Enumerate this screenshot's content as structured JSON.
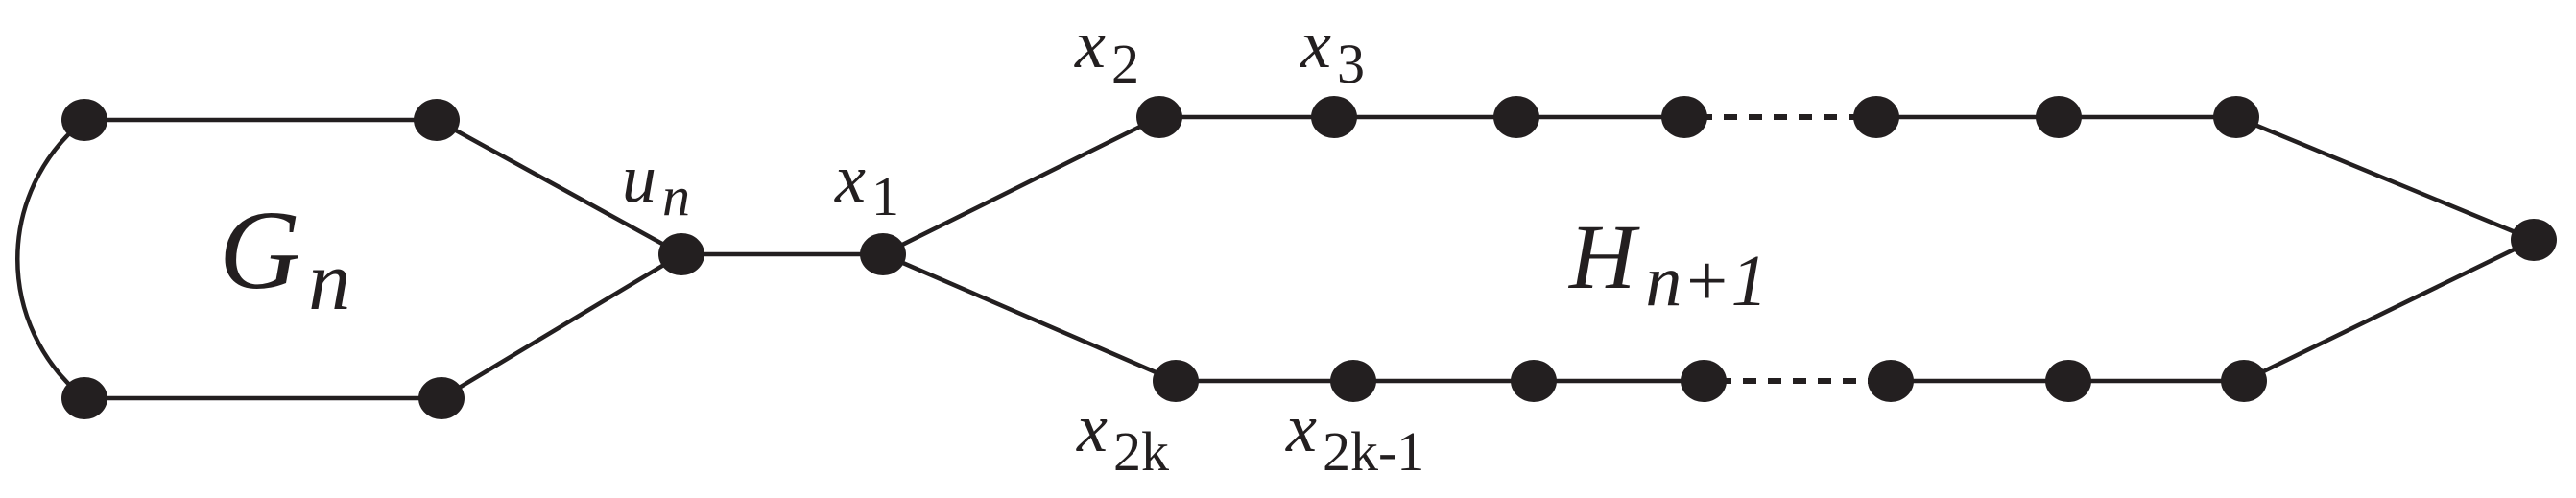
{
  "graph_labels": {
    "g": {
      "main": "G",
      "sub": "n"
    },
    "h": {
      "main": "H",
      "sub": "n+1"
    }
  },
  "vertex_labels": {
    "u_n": {
      "main": "u",
      "sub": "n"
    },
    "x1": {
      "main": "x",
      "sub": "1"
    },
    "x2": {
      "main": "x",
      "sub": "2"
    },
    "x3": {
      "main": "x",
      "sub": "3"
    },
    "x2k": {
      "main": "x",
      "sub": "2k"
    },
    "x2k1": {
      "main": "x",
      "sub": "2k-1"
    }
  },
  "colors": {
    "ink": "#231f20",
    "background": "#ffffff"
  }
}
